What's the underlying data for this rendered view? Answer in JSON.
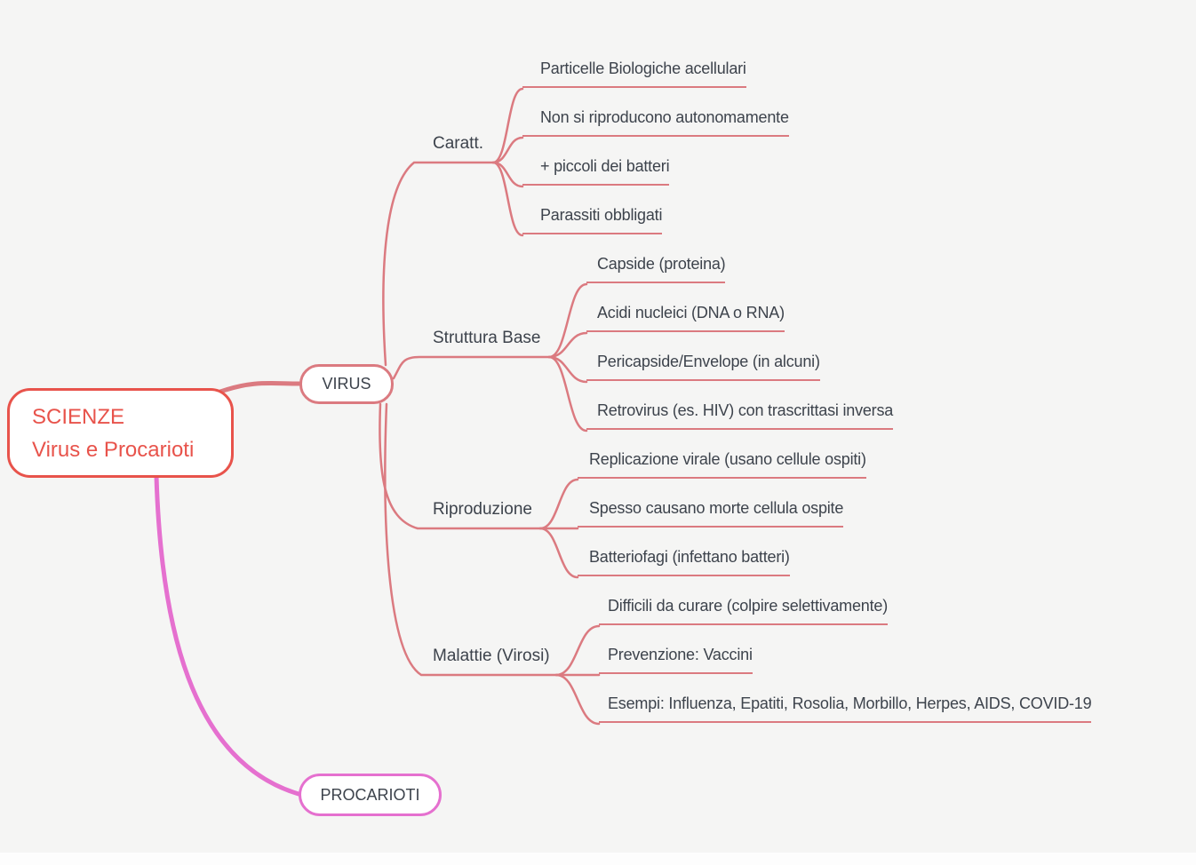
{
  "colors": {
    "root_accent": "#e8534b",
    "virus_branch": "#db7a80",
    "procarioti_branch": "#e570cf",
    "text": "#3d434c",
    "background": "#f5f5f4"
  },
  "root": {
    "title_line1": "SCIENZE",
    "title_line2": "Virus e Procarioti"
  },
  "virus": {
    "label": "VIRUS",
    "branches": [
      {
        "label": "Caratt.",
        "children": [
          "Particelle Biologiche acellulari",
          "Non si riproducono autonomamente",
          "+ piccoli dei batteri",
          "Parassiti obbligati"
        ]
      },
      {
        "label": "Struttura Base",
        "children": [
          "Capside (proteina)",
          "Acidi nucleici (DNA o RNA)",
          "Pericapside/Envelope (in alcuni)",
          "Retrovirus (es. HIV) con trascrittasi inversa"
        ]
      },
      {
        "label": "Riproduzione",
        "children": [
          "Replicazione virale (usano cellule ospiti)",
          "Spesso causano morte cellula ospite",
          "Batteriofagi (infettano batteri)"
        ]
      },
      {
        "label": "Malattie (Virosi)",
        "children": [
          "Difficili da curare (colpire selettivamente)",
          "Prevenzione: Vaccini",
          "Esempi: Influenza, Epatiti, Rosolia, Morbillo, Herpes, AIDS, COVID-19"
        ]
      }
    ]
  },
  "procarioti": {
    "label": "PROCARIOTI"
  }
}
